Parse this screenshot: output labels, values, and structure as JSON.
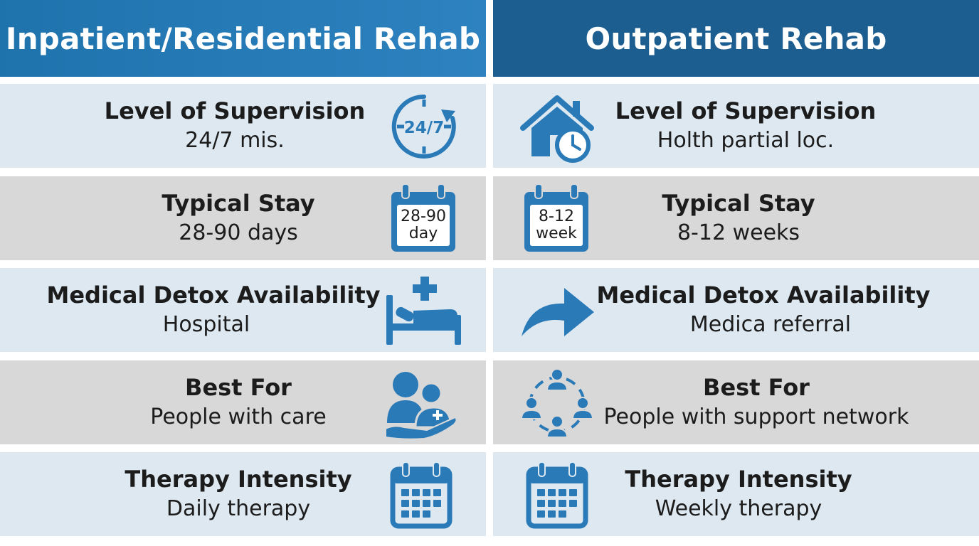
{
  "header": {
    "left_title": "Inpatient/Residential Rehab",
    "right_title": "Outpatient Rehab"
  },
  "colors": {
    "header_left": "#1f73ad",
    "header_right": "#1d5e91",
    "icon": "#2a7ab8",
    "row_light": "#dde8f1",
    "row_gray": "#d8d8d8"
  },
  "rows": [
    {
      "left": {
        "label": "Level of Supervision",
        "value": "24/7 mis.",
        "icon": "24-7-clock-icon",
        "icon_text": "24/7"
      },
      "right": {
        "label": "Level of Supervision",
        "value": "Holth partial loc.",
        "icon": "house-clock-icon"
      }
    },
    {
      "left": {
        "label": "Typical Stay",
        "value": "28-90 days",
        "icon": "calendar-icon",
        "icon_line1": "28-90",
        "icon_line2": "day"
      },
      "right": {
        "label": "Typical Stay",
        "value": "8-12 weeks",
        "icon": "calendar-icon",
        "icon_line1": "8-12",
        "icon_line2": "week"
      }
    },
    {
      "left": {
        "label": "Medical Detox Availability",
        "value": "Hospital",
        "icon": "hospital-bed-icon"
      },
      "right": {
        "label": "Medical Detox Availability",
        "value": "Medica referral",
        "icon": "referral-arrow-icon"
      }
    },
    {
      "left": {
        "label": "Best For",
        "value": "People with care",
        "icon": "care-hand-icon"
      },
      "right": {
        "label": "Best For",
        "value": "People with support network",
        "icon": "support-network-icon"
      }
    },
    {
      "left": {
        "label": "Therapy Intensity",
        "value": "Daily therapy",
        "icon": "calendar-grid-icon"
      },
      "right": {
        "label": "Therapy Intensity",
        "value": "Weekly therapy",
        "icon": "calendar-grid-icon"
      }
    }
  ]
}
